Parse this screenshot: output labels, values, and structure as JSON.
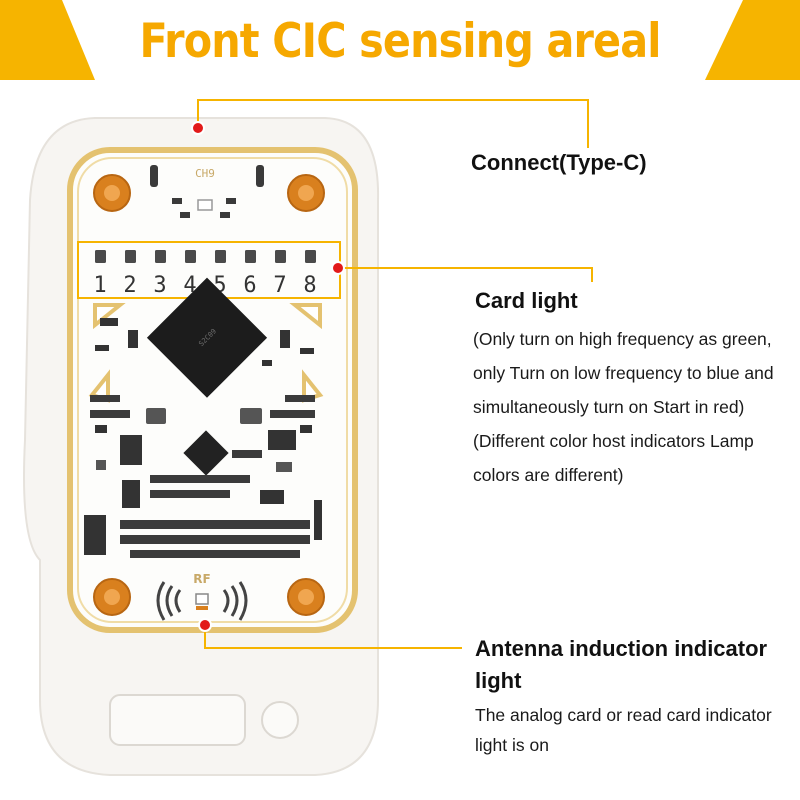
{
  "header": {
    "title": "Front CIC sensing areal",
    "accent_color": "#f6b400"
  },
  "board": {
    "ch_label": "CH9",
    "led_numbers": [
      "1",
      "2",
      "3",
      "4",
      "5",
      "6",
      "7",
      "8"
    ],
    "rf_label": "RF"
  },
  "callouts": {
    "connect": {
      "title": "Connect(Type-C)"
    },
    "card_light": {
      "title": "Card light",
      "description": "(Only turn on high frequency as green, only Turn on low frequency to blue and simultaneously turn on Start in red) (Different color host indicators Lamp colors are different)"
    },
    "antenna": {
      "title": "Antenna induction indicator light",
      "description": "The analog card or read card indicator light is on"
    }
  },
  "colors": {
    "leader_line": "#f6b400",
    "marker": "#e21a1a",
    "gold_trim": "#e4c270",
    "copper_pad": "#d9801e"
  }
}
